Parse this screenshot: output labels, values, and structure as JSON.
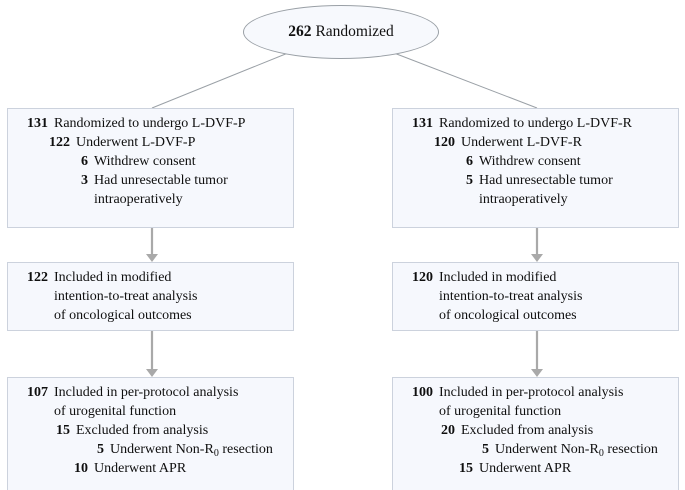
{
  "diagram": {
    "title": "CONSORT participant flow diagram",
    "colors": {
      "box_fill": "#f6f8fd",
      "box_border": "#ccd2dd",
      "ellipse_border": "#9aa0a6",
      "arrow": "#a9a9a9",
      "text": "#0f0f0f"
    },
    "root": {
      "num": "262",
      "label": "Randomized"
    },
    "left": {
      "enrollment": {
        "rows": [
          {
            "num": "131",
            "text": "Randomized to undergo L-DVF-P",
            "level": 0
          },
          {
            "num": "122",
            "text": "Underwent L-DVF-P",
            "level": 1
          },
          {
            "num": "6",
            "text": "Withdrew consent",
            "level": 2
          },
          {
            "num": "3",
            "text": "Had unresectable tumor",
            "level": 2
          }
        ],
        "continuation": "intraoperatively"
      },
      "analysis": {
        "num": "122",
        "line1": "Included in modified",
        "line2": "intention-to-treat analysis",
        "line3": "of oncological outcomes"
      },
      "perprotocol": {
        "num": "107",
        "line1": "Included in per-protocol analysis",
        "line2": "of urogenital function",
        "rows": [
          {
            "num": "15",
            "text": "Excluded from analysis",
            "level": 1
          },
          {
            "num": "5",
            "text_before": "Underwent Non-R",
            "sub": "0",
            "text_after": " resection",
            "level": 3
          },
          {
            "num": "10",
            "text": "Underwent APR",
            "level": 2
          }
        ]
      }
    },
    "right": {
      "enrollment": {
        "rows": [
          {
            "num": "131",
            "text": "Randomized to undergo L-DVF-R",
            "level": 0
          },
          {
            "num": "120",
            "text": "Underwent L-DVF-R",
            "level": 1
          },
          {
            "num": "6",
            "text": "Withdrew consent",
            "level": 2
          },
          {
            "num": "5",
            "text": "Had unresectable tumor",
            "level": 2
          }
        ],
        "continuation": "intraoperatively"
      },
      "analysis": {
        "num": "120",
        "line1": "Included in modified",
        "line2": "intention-to-treat analysis",
        "line3": "of oncological outcomes"
      },
      "perprotocol": {
        "num": "100",
        "line1": "Included in per-protocol analysis",
        "line2": "of urogenital function",
        "rows": [
          {
            "num": "20",
            "text": "Excluded from analysis",
            "level": 1
          },
          {
            "num": "5",
            "text_before": "Underwent Non-R",
            "sub": "0",
            "text_after": " resection",
            "level": 3
          },
          {
            "num": "15",
            "text": "Underwent APR",
            "level": 2
          }
        ]
      }
    }
  }
}
